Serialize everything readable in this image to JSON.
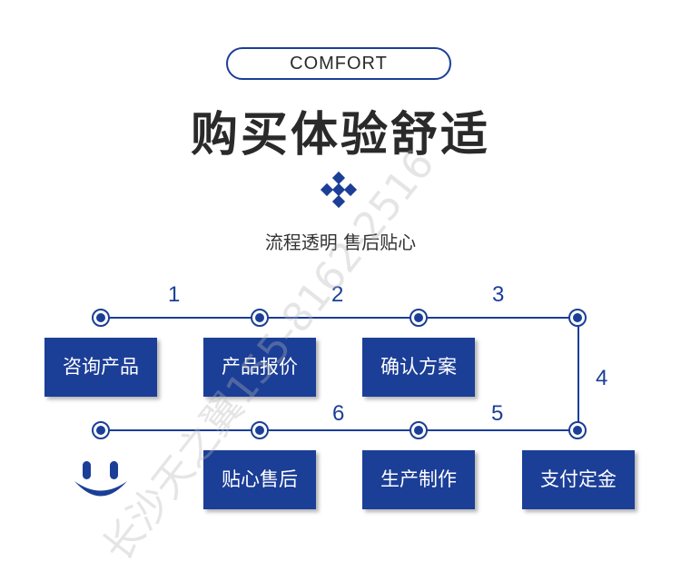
{
  "header": {
    "badge": "COMFORT",
    "title": "购买体验舒适",
    "subtitle": "流程透明 售后贴心"
  },
  "steps": [
    {
      "number": "1",
      "label": "咨询产品"
    },
    {
      "number": "2",
      "label": "产品报价"
    },
    {
      "number": "3",
      "label": "确认方案"
    },
    {
      "number": "4",
      "label": "支付定金"
    },
    {
      "number": "5",
      "label": "生产制作"
    },
    {
      "number": "6",
      "label": "贴心售后"
    }
  ],
  "watermark": "长沙天之翼155-8162-2516",
  "colors": {
    "accent": "#1b3e97",
    "title": "#2a2a2a"
  }
}
